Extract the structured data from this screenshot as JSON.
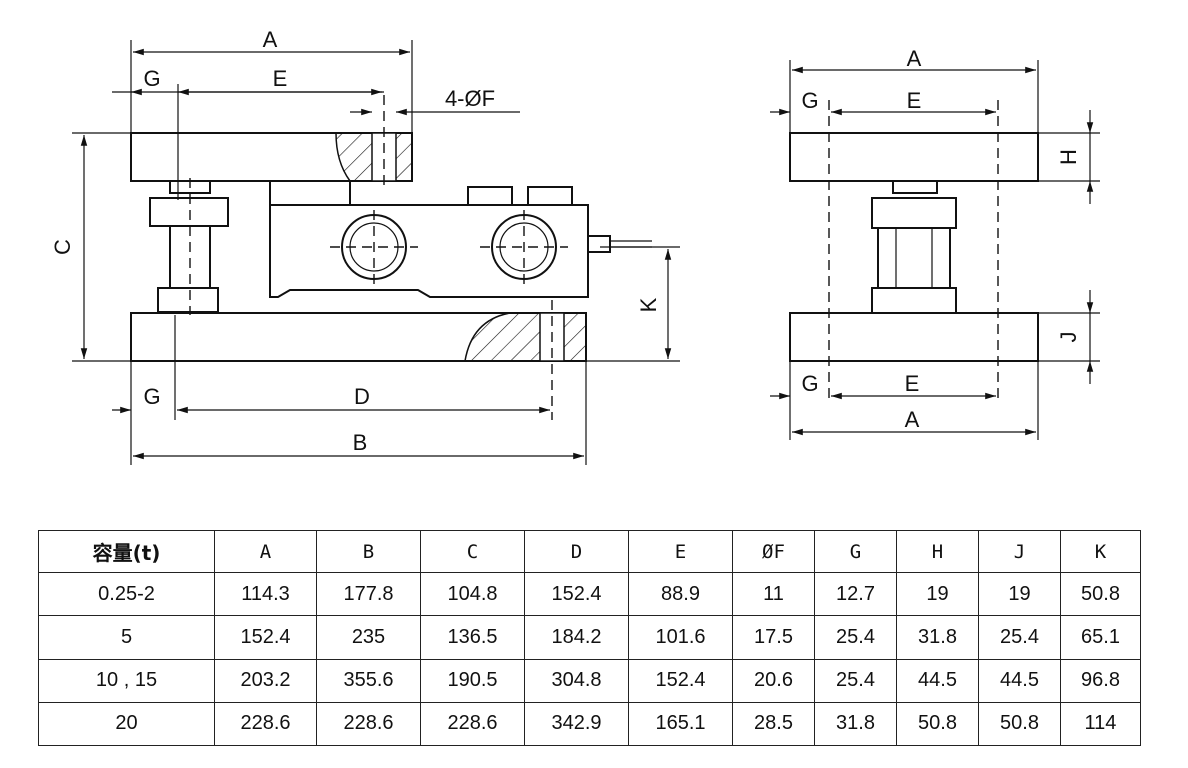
{
  "side_view": {
    "labels": {
      "A": "A",
      "G_top": "G",
      "E": "E",
      "F": "4-ØF",
      "C": "C",
      "K": "K",
      "G_bottom": "G",
      "D": "D",
      "B": "B"
    }
  },
  "front_view": {
    "labels": {
      "A_top": "A",
      "G_top": "G",
      "E_top": "E",
      "H": "H",
      "J": "J",
      "G_bottom": "G",
      "E_bottom": "E",
      "A_bottom": "A"
    }
  },
  "table": {
    "headers": [
      "容量(t)",
      "A",
      "B",
      "C",
      "D",
      "E",
      "ØF",
      "G",
      "H",
      "J",
      "K"
    ],
    "rows": [
      [
        "0.25-2",
        "114.3",
        "177.8",
        "104.8",
        "152.4",
        "88.9",
        "11",
        "12.7",
        "19",
        "19",
        "50.8"
      ],
      [
        "5",
        "152.4",
        "235",
        "136.5",
        "184.2",
        "101.6",
        "17.5",
        "25.4",
        "31.8",
        "25.4",
        "65.1"
      ],
      [
        "10 , 15",
        "203.2",
        "355.6",
        "190.5",
        "304.8",
        "152.4",
        "20.6",
        "25.4",
        "44.5",
        "44.5",
        "96.8"
      ],
      [
        "20",
        "228.6",
        "228.6",
        "228.6",
        "342.9",
        "165.1",
        "28.5",
        "31.8",
        "50.8",
        "50.8",
        "114"
      ]
    ]
  }
}
